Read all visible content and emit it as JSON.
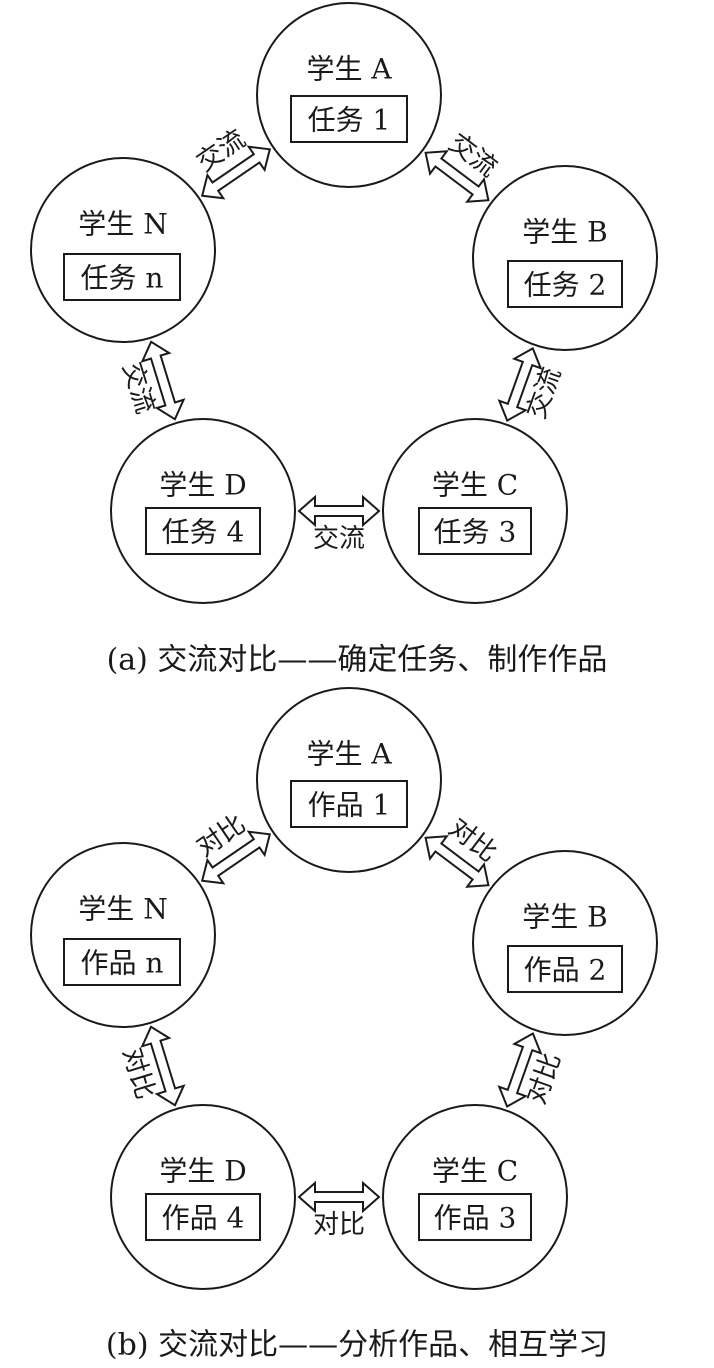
{
  "diagrams": [
    {
      "caption": "(a) 交流对比——确定任务、制作作品",
      "edge_label": "交流",
      "nodes": [
        {
          "student": "学生 A",
          "item": "任务 1"
        },
        {
          "student": "学生 B",
          "item": "任务 2"
        },
        {
          "student": "学生 C",
          "item": "任务 3"
        },
        {
          "student": "学生 D",
          "item": "任务 4"
        },
        {
          "student": "学生 N",
          "item": "任务 n"
        }
      ]
    },
    {
      "caption": "(b) 交流对比——分析作品、相互学习",
      "edge_label": "对比",
      "nodes": [
        {
          "student": "学生 A",
          "item": "作品 1"
        },
        {
          "student": "学生 B",
          "item": "作品 2"
        },
        {
          "student": "学生 C",
          "item": "作品 3"
        },
        {
          "student": "学生 D",
          "item": "作品 4"
        },
        {
          "student": "学生 N",
          "item": "作品 n"
        }
      ]
    }
  ]
}
